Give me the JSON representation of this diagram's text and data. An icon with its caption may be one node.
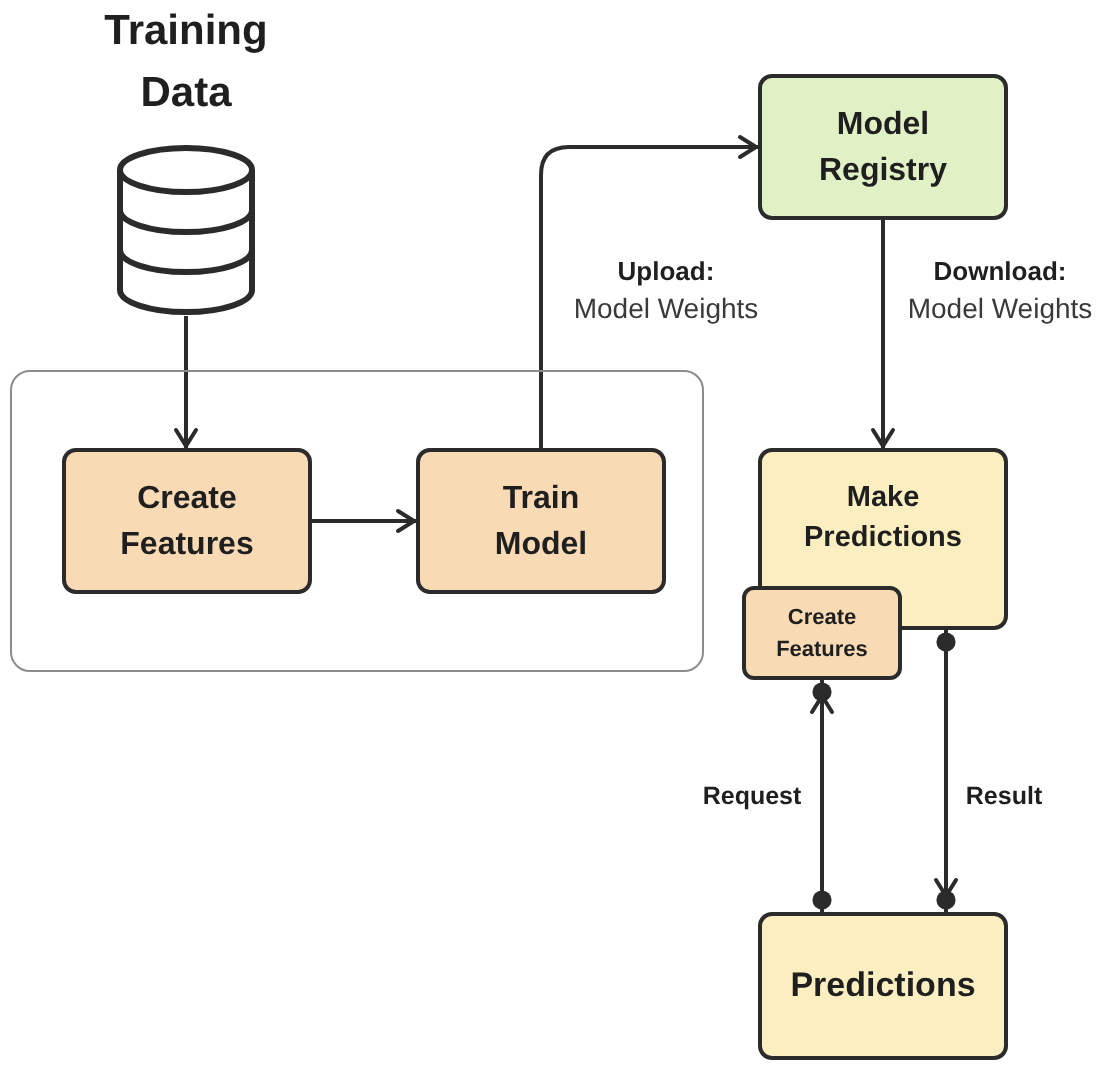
{
  "diagram": {
    "nodes": [
      {
        "text": [
          "Training Data"
        ]
      },
      {
        "text": [],
        "shape": "box"
      },
      {
        "text": [
          "Create Features"
        ],
        "in": 1
      },
      {
        "text": [
          "Train Model"
        ],
        "in": 1
      },
      {
        "text": [
          "Model Registry"
        ]
      },
      {
        "text": [
          "Make Predictions"
        ]
      },
      {
        "text": [
          "Create Features"
        ]
      },
      {
        "text": [
          "Predictions"
        ]
      }
    ],
    "edges": [
      {
        "from": 0,
        "to": 2,
        "arrow": "to"
      },
      {
        "from": 2,
        "to": 3,
        "arrow": "to"
      },
      {
        "from": 3,
        "to": 4,
        "arrow": "to",
        "label": "**Upload:** Model Weights"
      },
      {
        "from": 4,
        "to": 5,
        "arrow": "to",
        "label": "**Download:** Model Weights"
      },
      {
        "from": 7,
        "to": 6,
        "arrow": "to",
        "label": "Request"
      },
      {
        "from": 5,
        "to": 7,
        "arrow": "to",
        "label": "Result"
      }
    ]
  }
}
